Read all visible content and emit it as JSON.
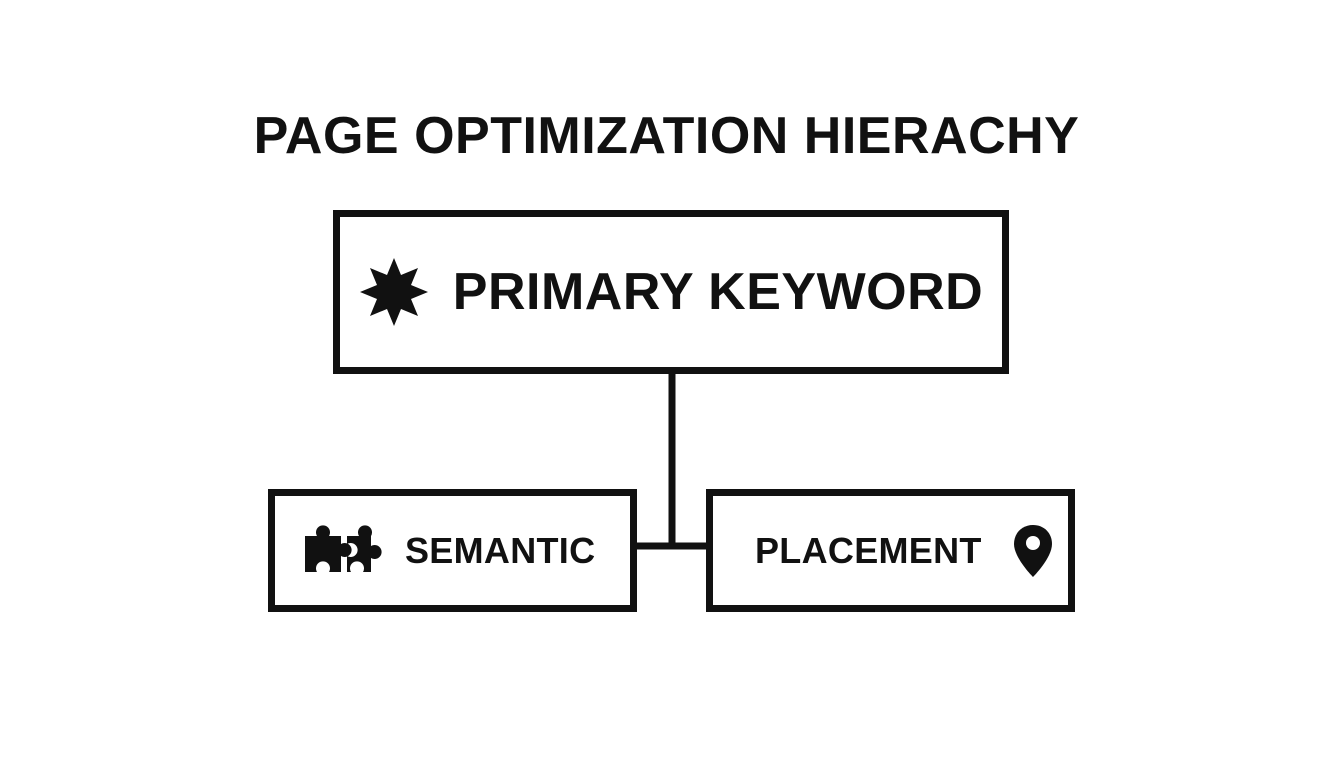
{
  "title": "PAGE OPTIMIZATION HIERACHY",
  "root": {
    "label": "PRIMARY KEYWORD",
    "icon": "starburst-icon"
  },
  "children": [
    {
      "label": "SEMANTIC",
      "icon": "puzzle-piece-icon"
    },
    {
      "label": "PLACEMENT",
      "icon": "map-pin-icon"
    }
  ],
  "colors": {
    "ink": "#111111",
    "background": "#ffffff"
  }
}
